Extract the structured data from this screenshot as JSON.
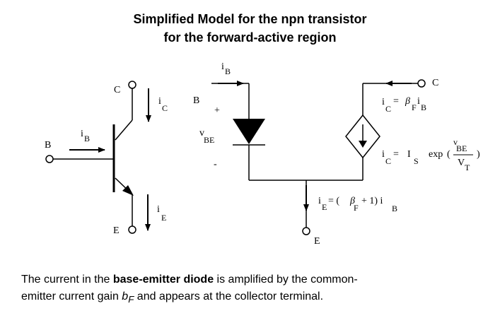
{
  "title": {
    "line1": "Simplified Model for the npn transistor",
    "line2": "for the forward-active region"
  },
  "symbol_circuit": {
    "terminal_collector": "C",
    "terminal_base": "B",
    "terminal_emitter": "E",
    "current_collector": "i",
    "current_collector_sub": "C",
    "current_base": "i",
    "current_base_sub": "B",
    "current_emitter": "i",
    "current_emitter_sub": "E"
  },
  "model_circuit": {
    "terminal_base": "B",
    "terminal_collector": "C",
    "terminal_emitter": "E",
    "base_current": "i",
    "base_current_sub": "B",
    "polarity_plus": "+",
    "polarity_minus": "-",
    "vbe_v": "v",
    "vbe_sub": "BE",
    "eq_collector_a": {
      "i": "i",
      "i_sub": "C",
      "eq": "=",
      "beta": "β",
      "beta_sub": "F",
      "i2": "i",
      "i2_sub": "B"
    },
    "eq_collector_b": {
      "i": "i",
      "i_sub": "C",
      "eq": "=",
      "is": "I",
      "is_sub": "S",
      "exp": "exp",
      "paren_open": "(",
      "num_v": "v",
      "num_sub": "BE",
      "den_v": "V",
      "den_sub": "T",
      "paren_close": ")"
    },
    "eq_emitter": {
      "i": "i",
      "i_sub": "E",
      "eq": "= (",
      "beta": "β",
      "beta_sub": "F",
      "plus_one": "+ 1) i",
      "ib_sub": "B"
    }
  },
  "caption": {
    "line1_pre": "The current in the ",
    "line1_bold": "base-emitter diode",
    "line1_post": " is amplified by the common-",
    "line2_pre": "emitter current gain ",
    "line2_b": "b",
    "line2_b_sub": "F",
    "line2_post": " and appears at the collector terminal."
  }
}
